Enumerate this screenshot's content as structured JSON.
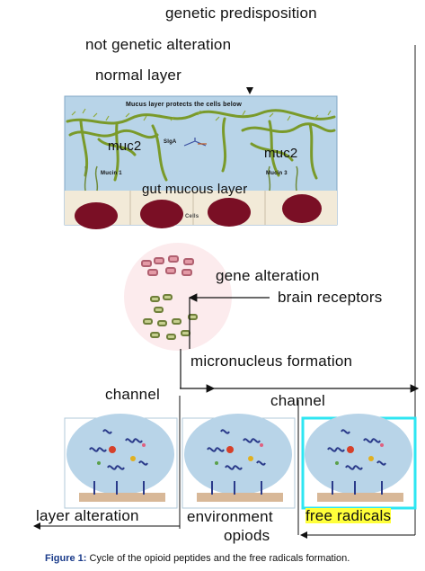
{
  "labels": {
    "genetic_predisposition": "genetic predisposition",
    "not_genetic_alteration": "not genetic alteration",
    "normal_layer": "normal layer",
    "gene_alteration": "gene alteration",
    "brain_receptors": "brain receptors",
    "micronucleus_formation": "micronucleus formation",
    "channel_left": "channel",
    "channel_right": "channel",
    "layer_alteration": "layer alteration",
    "environment": "environment",
    "free_radicals": "free radicals",
    "opiods": "opiods"
  },
  "mucus_panel": {
    "title": "Mucus layer protects the cells below",
    "muc2_left": "muc2",
    "muc2_right": "muc2",
    "siga": "SIgA",
    "mucin1": "Mucin 1",
    "mucin3": "Mucin 3",
    "gut_mucous_layer": "gut mucous layer",
    "cells": "Cells"
  },
  "caption": {
    "label": "Figure 1:",
    "text": "Cycle of the opioid peptides and the free radicals formation."
  },
  "colors": {
    "panel_bg": "#b8d4e8",
    "mucus_green": "#7a9a2a",
    "cell_red": "#7a0f25",
    "cell_bg": "#f2ead8",
    "highlight_yellow": "#ffff3a",
    "cyan_border": "#2ee6f2"
  }
}
